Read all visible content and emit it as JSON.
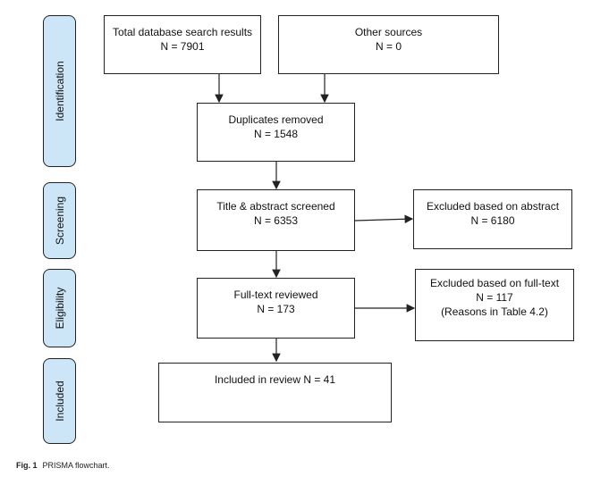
{
  "phases": {
    "identification": "Identification",
    "screening": "Screening",
    "eligibility": "Eligibility",
    "included": "Included"
  },
  "boxes": {
    "database": {
      "line1": "Total database search results",
      "line2": "N = 7901"
    },
    "other": {
      "line1": "Other sources",
      "line2": "N = 0"
    },
    "duplicates": {
      "line1": "Duplicates removed",
      "line2": "N = 1548"
    },
    "screened": {
      "line1": "Title & abstract screened",
      "line2": "N = 6353"
    },
    "excluded_abstract": {
      "line1": "Excluded based on abstract",
      "line2": "N = 6180"
    },
    "fulltext": {
      "line1": "Full-text reviewed",
      "line2": "N = 173"
    },
    "excluded_fulltext": {
      "line1": "Excluded based on full-text",
      "line2": "N = 117",
      "line3": "(Reasons in Table 4.2)"
    },
    "included": {
      "line1": "Included in review N = 41"
    }
  },
  "caption": {
    "label": "Fig. 1",
    "text": "PRISMA flowchart."
  },
  "colors": {
    "phase_fill": "#cde6f7",
    "stroke": "#222222"
  }
}
